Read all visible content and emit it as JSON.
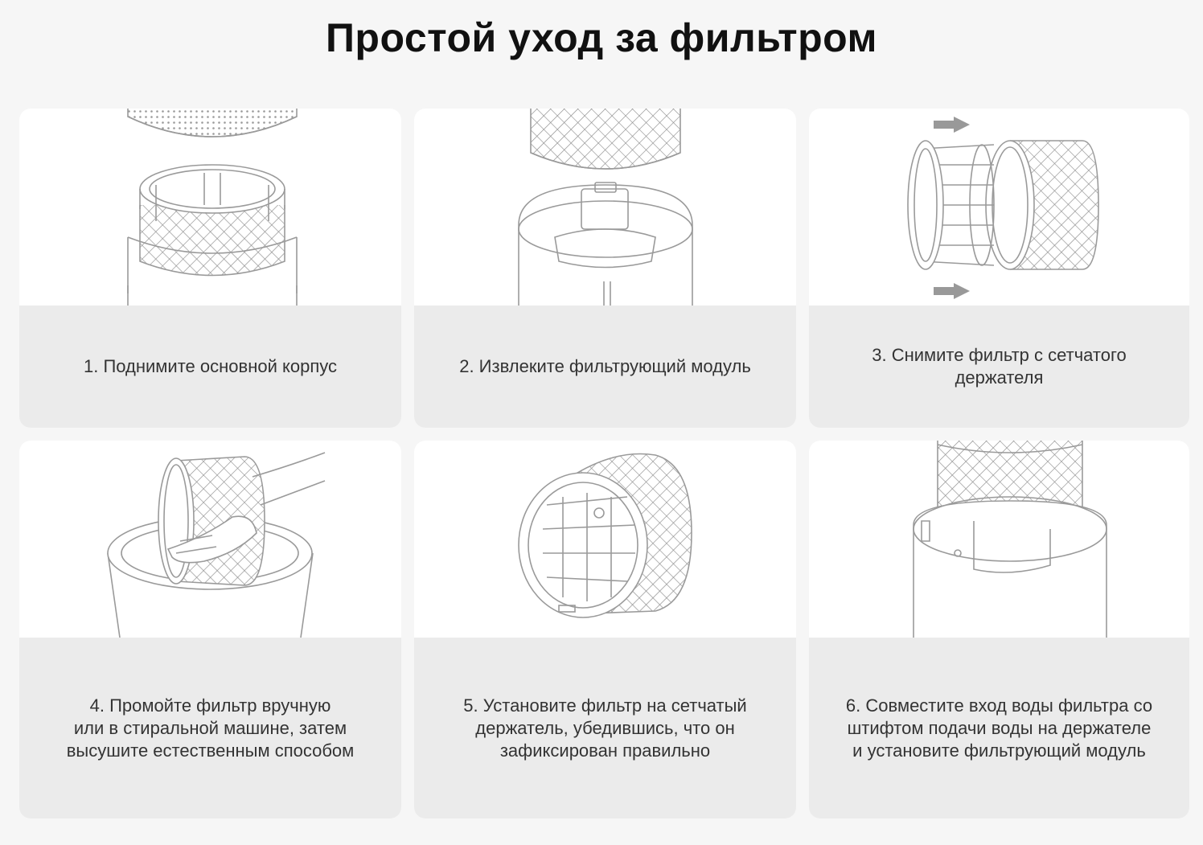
{
  "title": "Простой уход за фильтром",
  "steps": [
    {
      "caption": "1. Поднимите основной корпус",
      "icon": "lift-housing-illustration"
    },
    {
      "caption": "2. Извлеките фильтрующий модуль",
      "icon": "remove-filter-module-illustration"
    },
    {
      "caption": "3. Снимите фильтр с сетчатого\nдержателя",
      "icon": "detach-filter-illustration"
    },
    {
      "caption": "4. Промойте фильтр вручную\nили в стиральной машине, затем\nвысушите естественным способом",
      "icon": "wash-filter-illustration"
    },
    {
      "caption": "5. Установите фильтр на сетчатый\nдержатель, убедившись, что он\nзафиксирован правильно",
      "icon": "install-filter-illustration"
    },
    {
      "caption": "6. Совместите вход воды фильтра со\nштифтом подачи воды на держателе\nи установите фильтрующий модуль",
      "icon": "insert-filter-module-illustration"
    }
  ],
  "colors": {
    "page_background": "#f6f6f6",
    "card_caption_background": "#ebebeb",
    "illustration_background": "#ffffff",
    "line_art": "#9a9a9a"
  }
}
